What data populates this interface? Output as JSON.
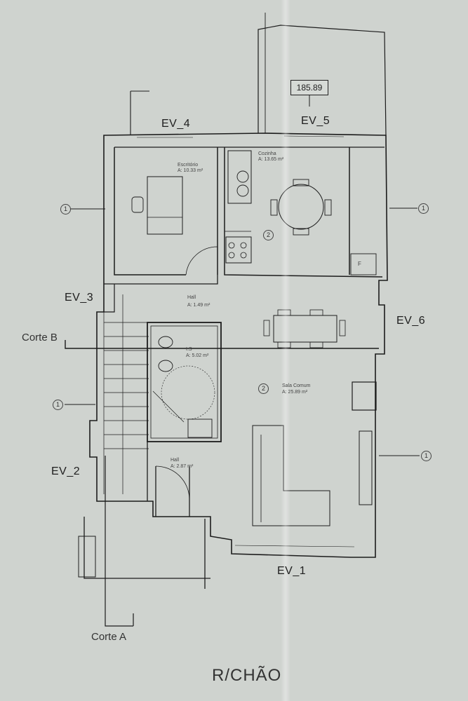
{
  "elevation": "185.89",
  "title": "R/CHÃO",
  "elevations": {
    "ev1": "EV_1",
    "ev2": "EV_2",
    "ev3": "EV_3",
    "ev4": "EV_4",
    "ev5": "EV_5",
    "ev6": "EV_6"
  },
  "sections": {
    "a": "Corte A",
    "b": "Corte B"
  },
  "rooms": {
    "escritorio": {
      "name": "Escritório",
      "area": "A: 10.33 m²"
    },
    "cozinha": {
      "name": "Cozinha",
      "area": "A: 13.65 m²"
    },
    "hall1": {
      "name": "Hall",
      "area": "A: 1.49 m²"
    },
    "is": {
      "name": "I.S",
      "area": "A: 5.02 m²"
    },
    "sala": {
      "name": "Sala Comum",
      "area": "A: 25.89 m²"
    },
    "hall2": {
      "name": "Hall",
      "area": "A: 2.87 m²"
    }
  },
  "markers": {
    "wall_type_1": "1",
    "wall_type_2": "2",
    "fridge": "F"
  }
}
